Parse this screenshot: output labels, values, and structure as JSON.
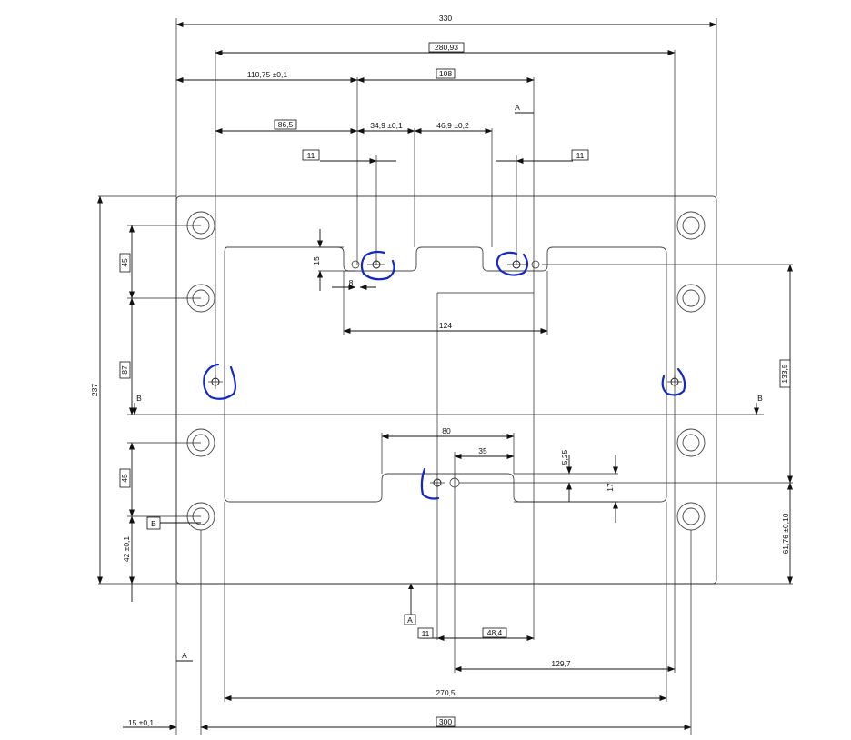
{
  "dimensions": {
    "d330": "330",
    "d280": "280,93",
    "d110": "110,75 ±0,1",
    "d108": "108",
    "d86": "86,5",
    "d349": "34,9 ±0,1",
    "d469": "46,9 ±0,2",
    "d11a": "11",
    "d11b": "11",
    "d15": "15",
    "d8": "8",
    "d124": "124",
    "d45a": "45",
    "d87": "87",
    "d237": "237",
    "d45b": "45",
    "d42": "42 ±0,1",
    "d1335": "133,5",
    "d80": "80",
    "d35": "35",
    "d525": "5,25",
    "d17": "17",
    "d6176": "61,76 ±0,10",
    "d11c": "11",
    "d484": "48,4",
    "d1297": "129,7",
    "d2705": "270,5",
    "d15b": "15 ±0,1",
    "d300": "300"
  },
  "datums": {
    "a_top": "A",
    "a_box": "A",
    "a_left": "A",
    "b_left": "B",
    "b_right": "B",
    "b_box": "B"
  },
  "colors": {
    "annotation": "#1428c8",
    "line": "#111111"
  }
}
